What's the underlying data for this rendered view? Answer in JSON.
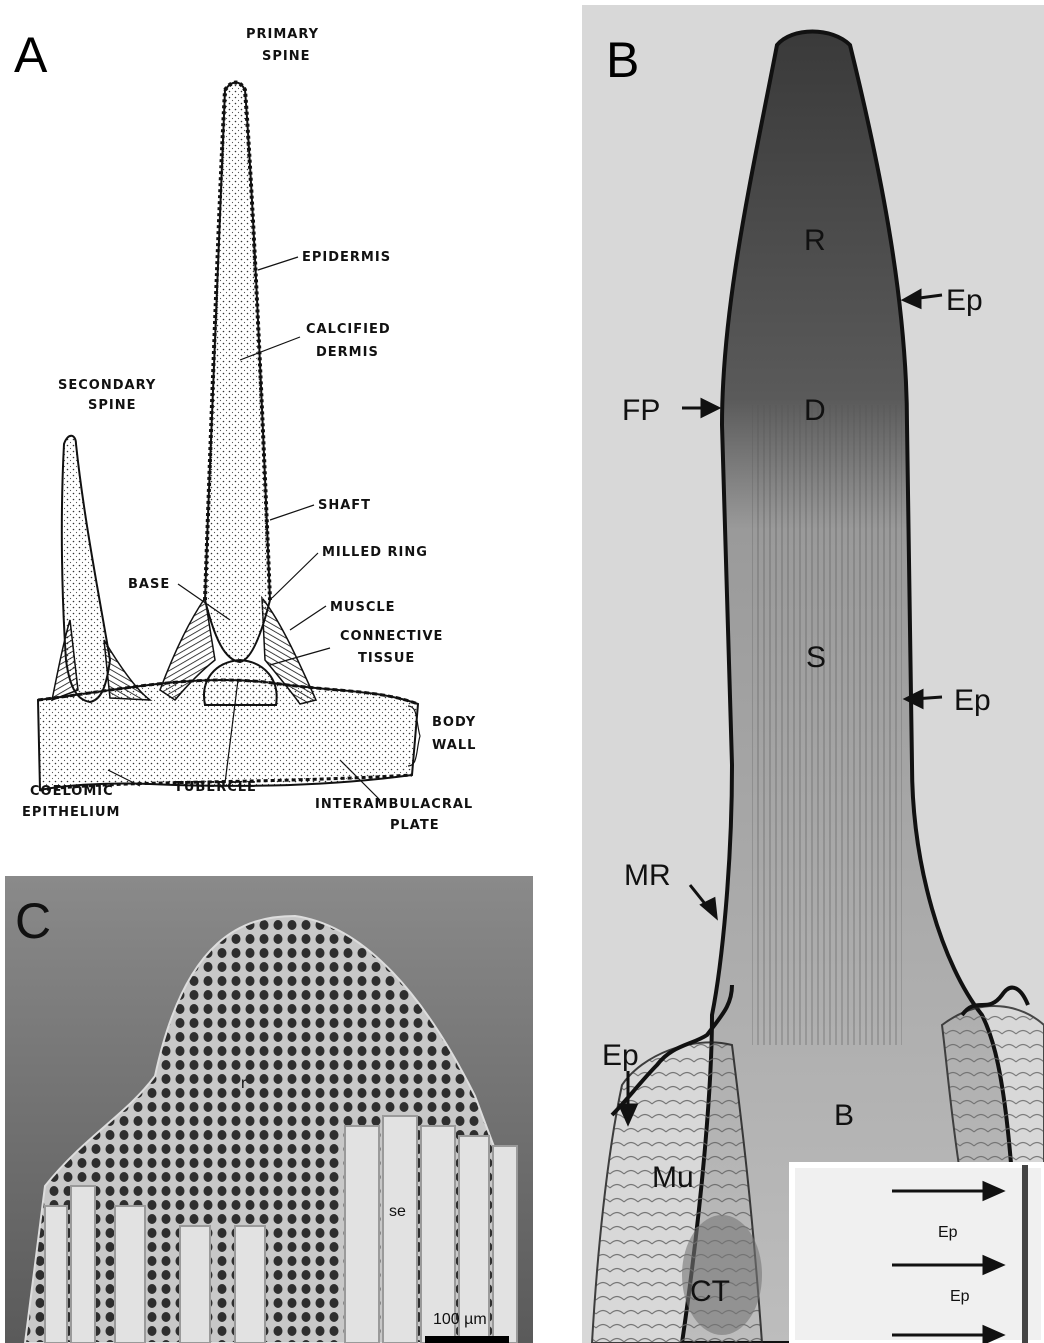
{
  "panel_a": {
    "letter": "A",
    "labels": {
      "primary_spine_1": "PRIMARY",
      "primary_spine_2": "SPINE",
      "epidermis": "EPIDERMIS",
      "calcified_1": "CALCIFIED",
      "calcified_2": "DERMIS",
      "secondary_1": "SECONDARY",
      "secondary_2": "SPINE",
      "shaft": "SHAFT",
      "milled_ring": "MILLED  RING",
      "base": "BASE",
      "muscle": "MUSCLE",
      "connective_1": "CONNECTIVE",
      "connective_2": "TISSUE",
      "body_wall_1": "BODY",
      "body_wall_2": "WALL",
      "coelomic_1": "COELOMIC",
      "coelomic_2": "EPITHELIUM",
      "tubercle": "TUBERCLE",
      "interamb_1": "INTERAMBULACRAL",
      "interamb_2": "PLATE"
    }
  },
  "panel_b": {
    "letter": "B",
    "labels": {
      "r": "R",
      "ep_top": "Ep",
      "fp": "FP",
      "d": "D",
      "s": "S",
      "ep_mid": "Ep",
      "mr": "MR",
      "ep_left": "Ep",
      "b": "B",
      "mu": "Mu",
      "ct": "CT",
      "inset_ep1": "Ep",
      "inset_ep2": "Ep"
    }
  },
  "panel_c": {
    "letter": "C",
    "labels": {
      "r": "r",
      "se": "se",
      "scale": "100 µm"
    }
  }
}
